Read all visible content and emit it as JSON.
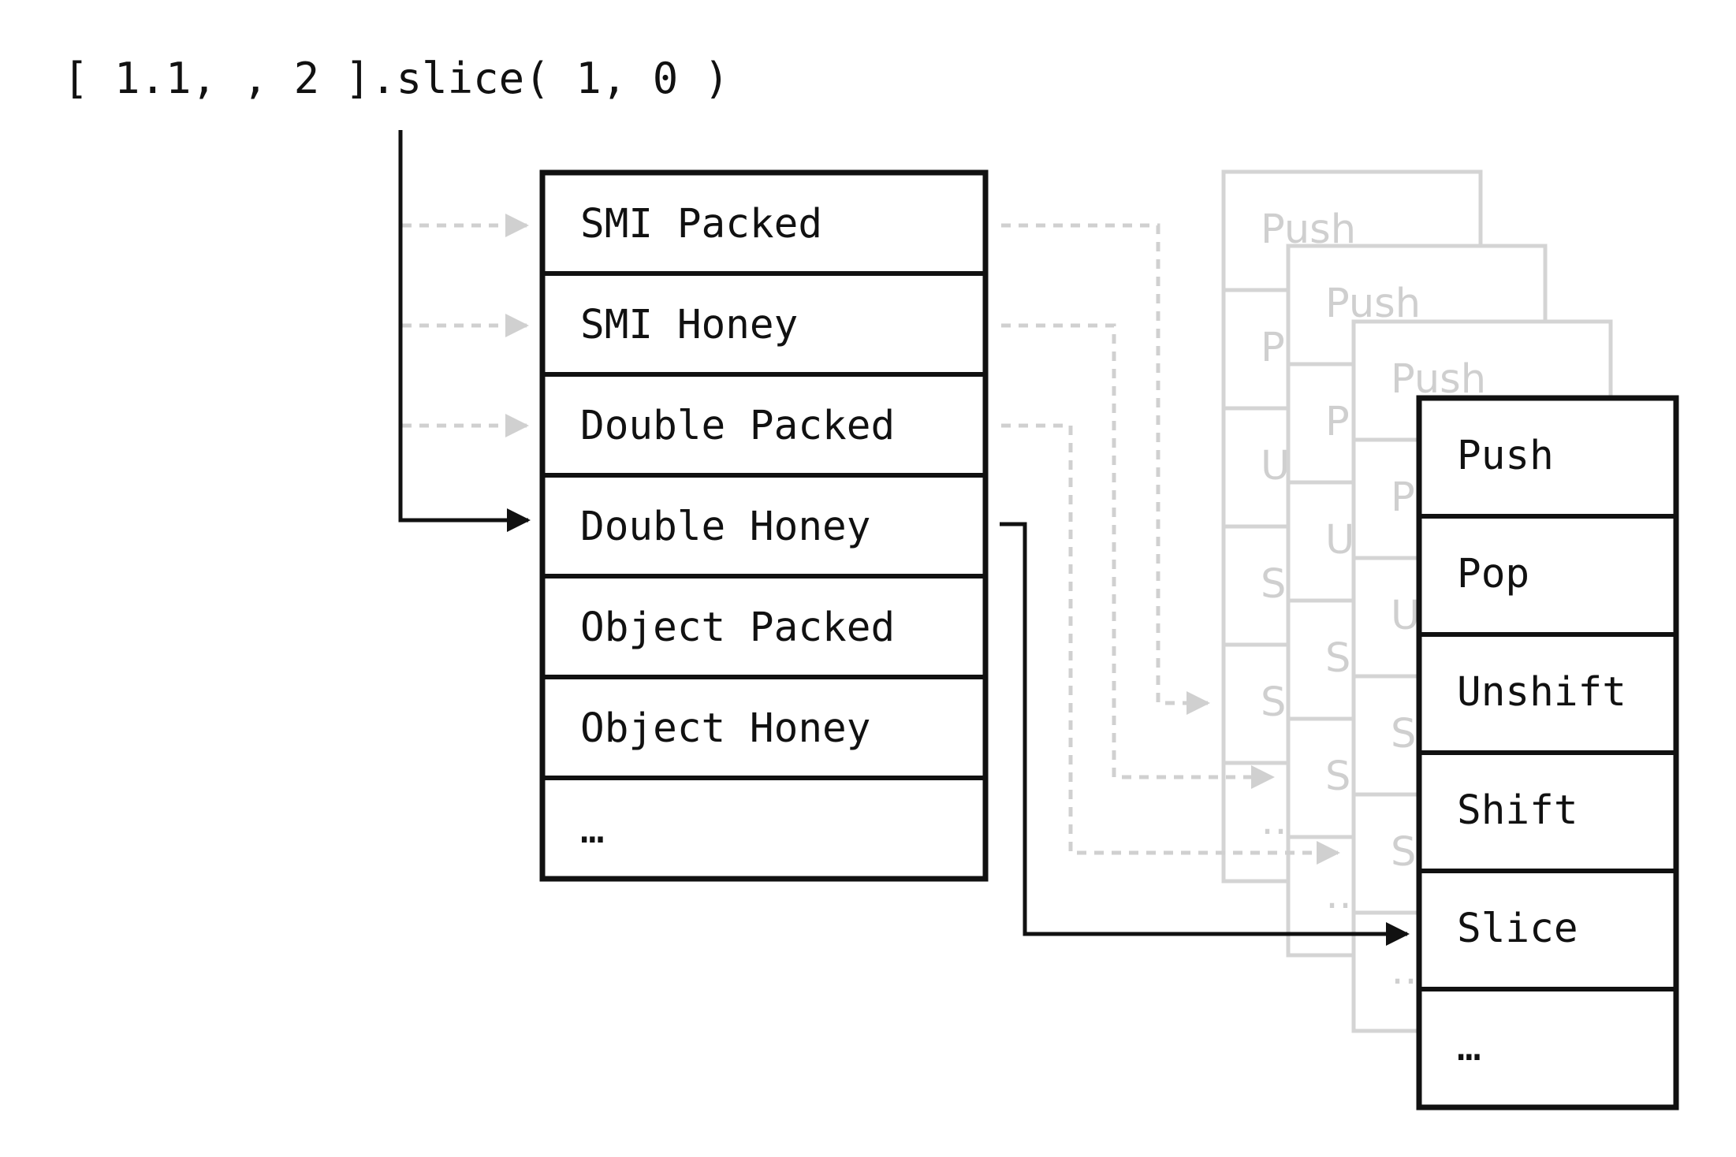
{
  "code": "[ 1.1, , 2 ].slice( 1, 0 )",
  "colors": {
    "foreground": "#111111",
    "ghost": "#d4d4d4",
    "background": "#ffffff"
  },
  "elements_kinds": [
    "SMI Packed",
    "SMI Honey",
    "Double Packed",
    "Double Honey",
    "Object Packed",
    "Object Honey",
    "…"
  ],
  "builtins": [
    "Push",
    "Pop",
    "Unshift",
    "Shift",
    "Slice",
    "…"
  ],
  "ghost_tables": [
    {
      "labels": [
        "Push",
        "P",
        "U",
        "S",
        "S",
        "…"
      ]
    },
    {
      "labels": [
        "Push",
        "P",
        "U",
        "S",
        "S",
        "…"
      ]
    },
    {
      "labels": [
        "Push",
        "P",
        "U",
        "S",
        "S",
        "…"
      ]
    }
  ]
}
